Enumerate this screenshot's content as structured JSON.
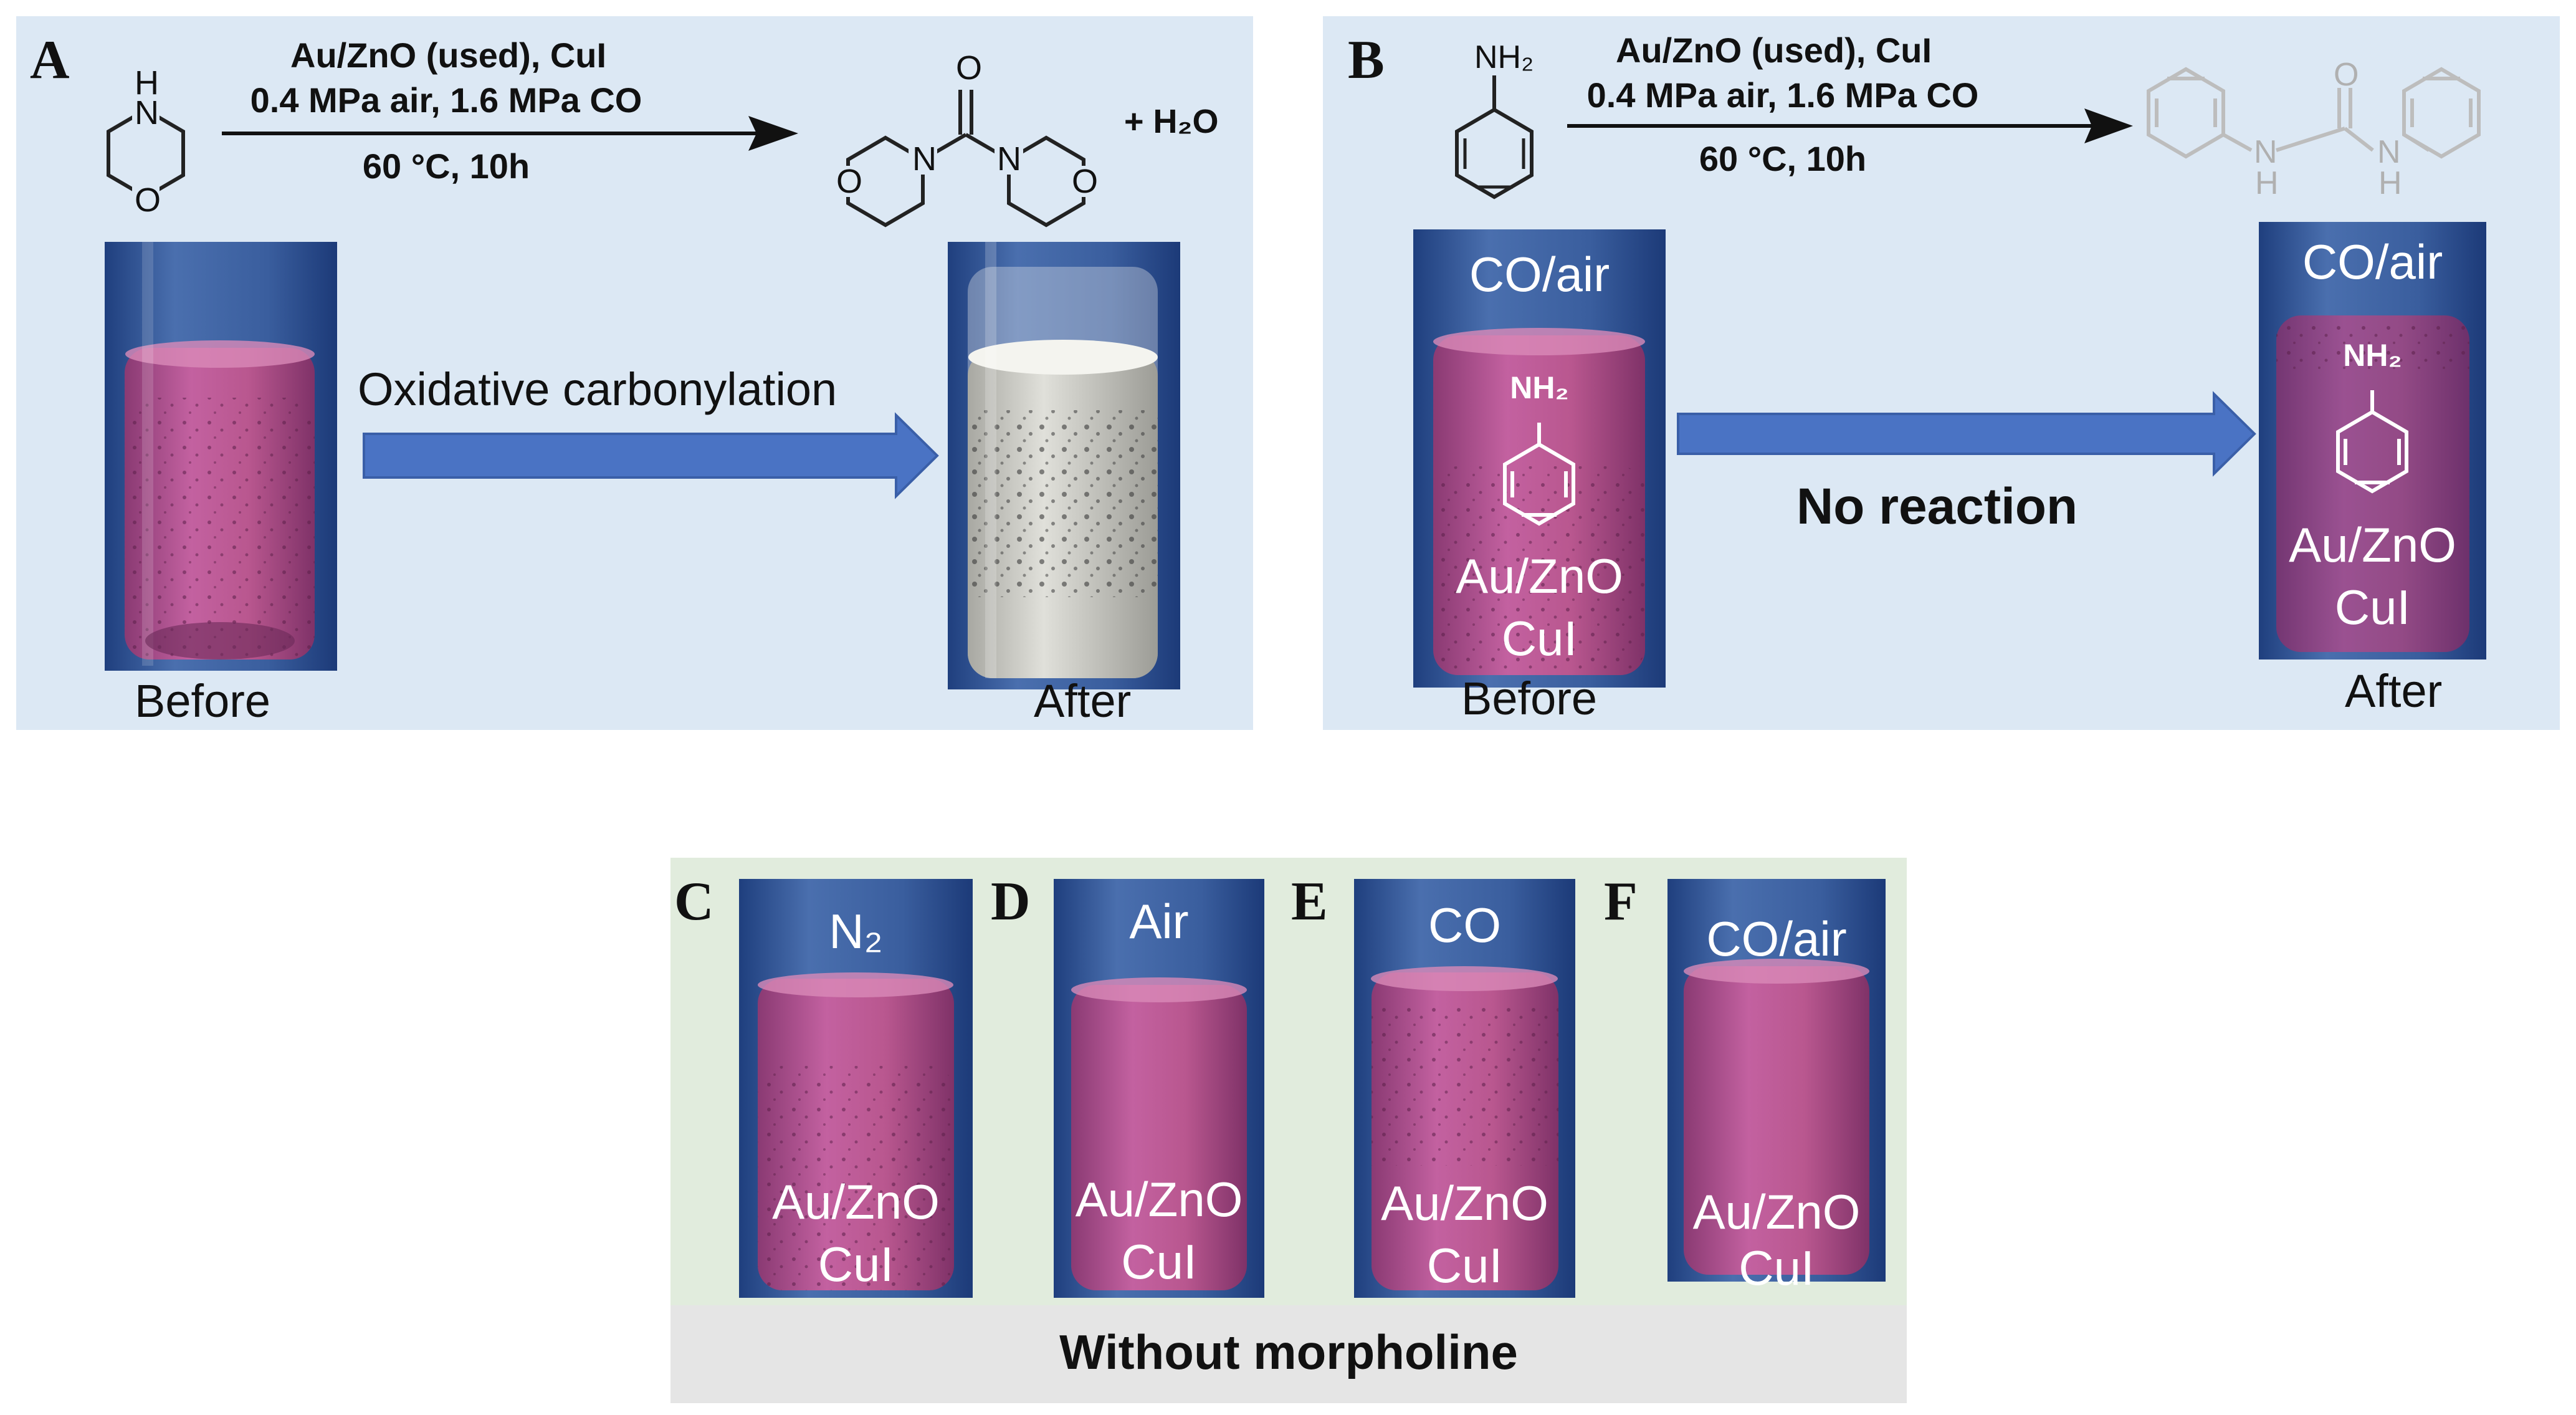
{
  "panel_a": {
    "label": "A",
    "reagent_nh": "H",
    "reagent_n": "N",
    "reagent_o": "O",
    "conditions_line1": "Au/ZnO (used), CuI",
    "conditions_line2": "0.4 MPa air, 1.6 MPa CO",
    "conditions_line3": "60 °C, 10h",
    "product_o": "O",
    "product_n": "N",
    "side_product": "+ H₂O",
    "arrow_label": "Oxidative carbonylation",
    "before_caption": "Before",
    "after_caption": "After"
  },
  "panel_b": {
    "label": "B",
    "reagent_nh2": "NH₂",
    "conditions_line1": "Au/ZnO (used), CuI",
    "conditions_line2": "0.4 MPa air, 1.6 MPa CO",
    "conditions_line3": "60 °C, 10h",
    "product_nh": "H",
    "product_n": "N",
    "product_o": "O",
    "arrow_label": "No reaction",
    "before_gas": "CO/air",
    "before_nh2": "NH₂",
    "before_cat_line1": "Au/ZnO",
    "before_cat_line2": "CuI",
    "after_gas": "CO/air",
    "after_nh2": "NH₂",
    "after_cat_line1": "Au/ZnO",
    "after_cat_line2": "CuI",
    "before_caption": "Before",
    "after_caption": "After"
  },
  "panel_cf": {
    "footer": "Without morpholine",
    "tubes": [
      {
        "label": "C",
        "gas": "N₂",
        "cat_line1": "Au/ZnO",
        "cat_line2": "CuI"
      },
      {
        "label": "D",
        "gas": "Air",
        "cat_line1": "Au/ZnO",
        "cat_line2": "CuI"
      },
      {
        "label": "E",
        "gas": "CO",
        "cat_line1": "Au/ZnO",
        "cat_line2": "CuI"
      },
      {
        "label": "F",
        "gas": "CO/air",
        "cat_line1": "Au/ZnO",
        "cat_line2": "CuI"
      }
    ]
  },
  "colors": {
    "panel_bg_blue": "#dce8f4",
    "panel_bg_green": "#e1ecdd",
    "footer_bg": "#e5e5e5",
    "arrow_blue": "#4a73c4",
    "tube_bg": "#2a4e95",
    "purple_liquid": "#b3558f",
    "white_precipitate": "#d2d2cc"
  }
}
